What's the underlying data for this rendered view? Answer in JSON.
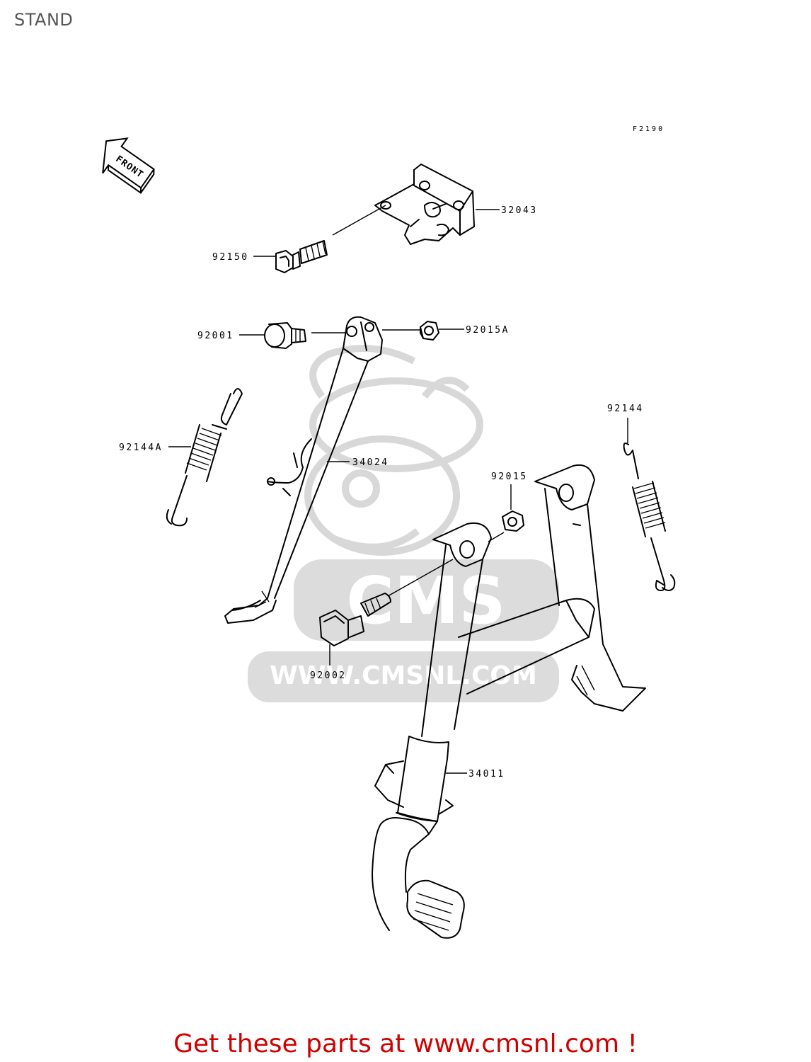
{
  "title": "STAND",
  "figure_ref": "F2190",
  "front_arrow_label": "FRONT",
  "watermark": {
    "logo_text": "CMS",
    "url_text": "WWW.CMSNL.COM"
  },
  "callouts": {
    "c32043": "32043",
    "c92150": "92150",
    "c92001": "92001",
    "c92015A": "92015A",
    "c92144A": "92144A",
    "c34024": "34024",
    "c92144": "92144",
    "c92015": "92015",
    "c92002": "92002",
    "c34011": "34011"
  },
  "promo_text": "Get these parts at www.cmsnl.com !",
  "colors": {
    "promo": "#d00000",
    "title": "#555555",
    "watermark": "#dcdcdc"
  }
}
